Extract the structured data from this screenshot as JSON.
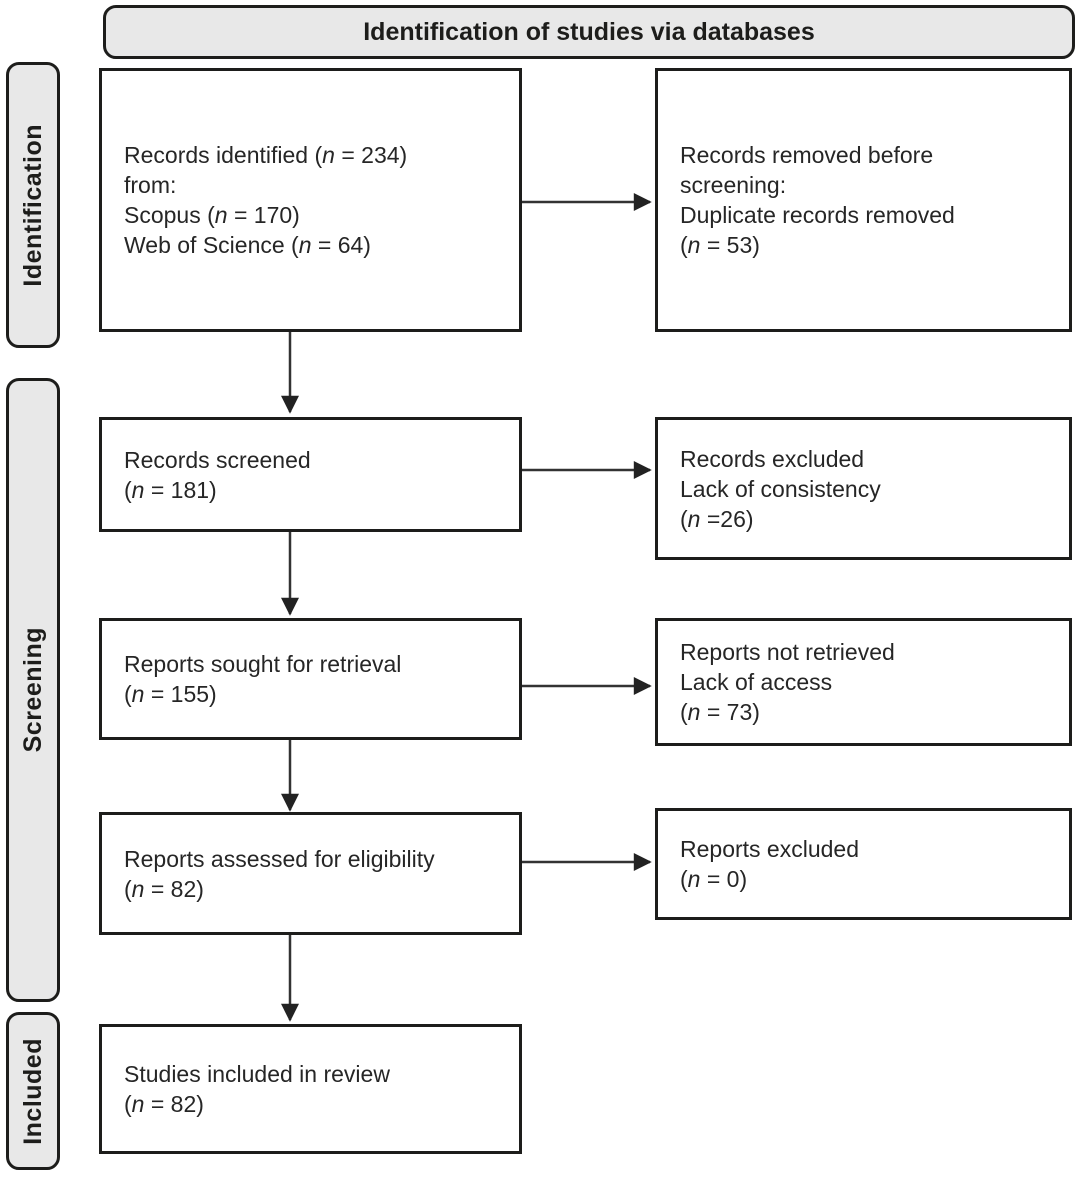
{
  "title": "Identification of studies via databases",
  "colors": {
    "shade_fill": "#e8e8e8",
    "border": "#1d1d1b",
    "text": "#262626",
    "arrow": "#333333"
  },
  "stages": {
    "identification": "Identification",
    "screening": "Screening",
    "included": "Included"
  },
  "boxes": {
    "records_identified": {
      "lines": [
        "Records identified (n = 234)",
        "from:",
        "Scopus (n = 170)",
        "Web of Science (n = 64)"
      ]
    },
    "records_removed": {
      "lines": [
        "Records removed before",
        "screening:",
        "Duplicate records removed",
        "(n = 53)"
      ]
    },
    "records_screened": {
      "lines": [
        "Records screened",
        "(n = 181)"
      ]
    },
    "records_excluded": {
      "lines": [
        "Records excluded",
        "Lack of consistency",
        "(n =26)"
      ]
    },
    "reports_sought": {
      "lines": [
        "Reports sought for retrieval",
        "(n = 155)"
      ]
    },
    "reports_not_retrieved": {
      "lines": [
        "Reports not retrieved",
        "Lack of access",
        "(n = 73)"
      ]
    },
    "reports_assessed": {
      "lines": [
        "Reports assessed for eligibility",
        "(n = 82)"
      ]
    },
    "reports_excluded": {
      "lines": [
        "Reports excluded",
        "(n = 0)"
      ]
    },
    "studies_included": {
      "lines": [
        "Studies included in review",
        "(n = 82)"
      ]
    }
  }
}
